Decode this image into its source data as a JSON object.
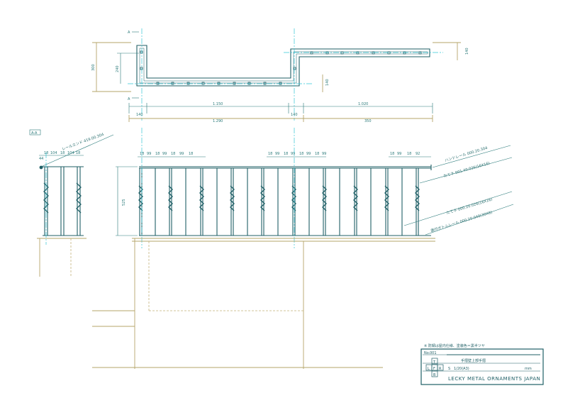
{
  "plan": {
    "section_marks": [
      "A",
      "A"
    ],
    "dims_left": [
      "300",
      "240"
    ],
    "dim_right": "140",
    "dim_mid_right": "140",
    "dim_row1": [
      "140",
      "1.150",
      "140",
      "1.020"
    ],
    "dim_row2": [
      "1.290",
      "350"
    ]
  },
  "section_view": {
    "label": "A-A",
    "rail_end_note": "レールエンド 419.00.304",
    "spacing": [
      "18",
      "104",
      "18",
      "104",
      "18"
    ],
    "left_small": "44"
  },
  "elevation": {
    "spacing_groups": [
      [
        "18",
        "99",
        "18",
        "99",
        "18",
        "99",
        "18"
      ],
      [
        "18",
        "99",
        "18",
        "99",
        "18",
        "99",
        "18",
        "99"
      ],
      [
        "18",
        "99",
        "18",
        "92"
      ]
    ],
    "height": "525",
    "callouts": [
      "ハンドレール 000.20.304",
      "たてネ 001.40.026(16X16)",
      "たてネ 000.20.026(16X16)",
      "面付ボトムレール 000.20.040(30X8)"
    ]
  },
  "title_block": {
    "note": "※ 防錆は屋内仕様、塗装色＝黒半ツヤ",
    "drawing_no_label": "No.",
    "drawing_no": "001",
    "name": "手摺壁上部手摺",
    "scale_label": "S",
    "scale": "1/20(A3)",
    "unit_label": "mm",
    "boxes": [
      "T",
      "L",
      "F",
      "R",
      "B"
    ],
    "company": "LECKY METAL ORNAMENTS JAPAN"
  }
}
